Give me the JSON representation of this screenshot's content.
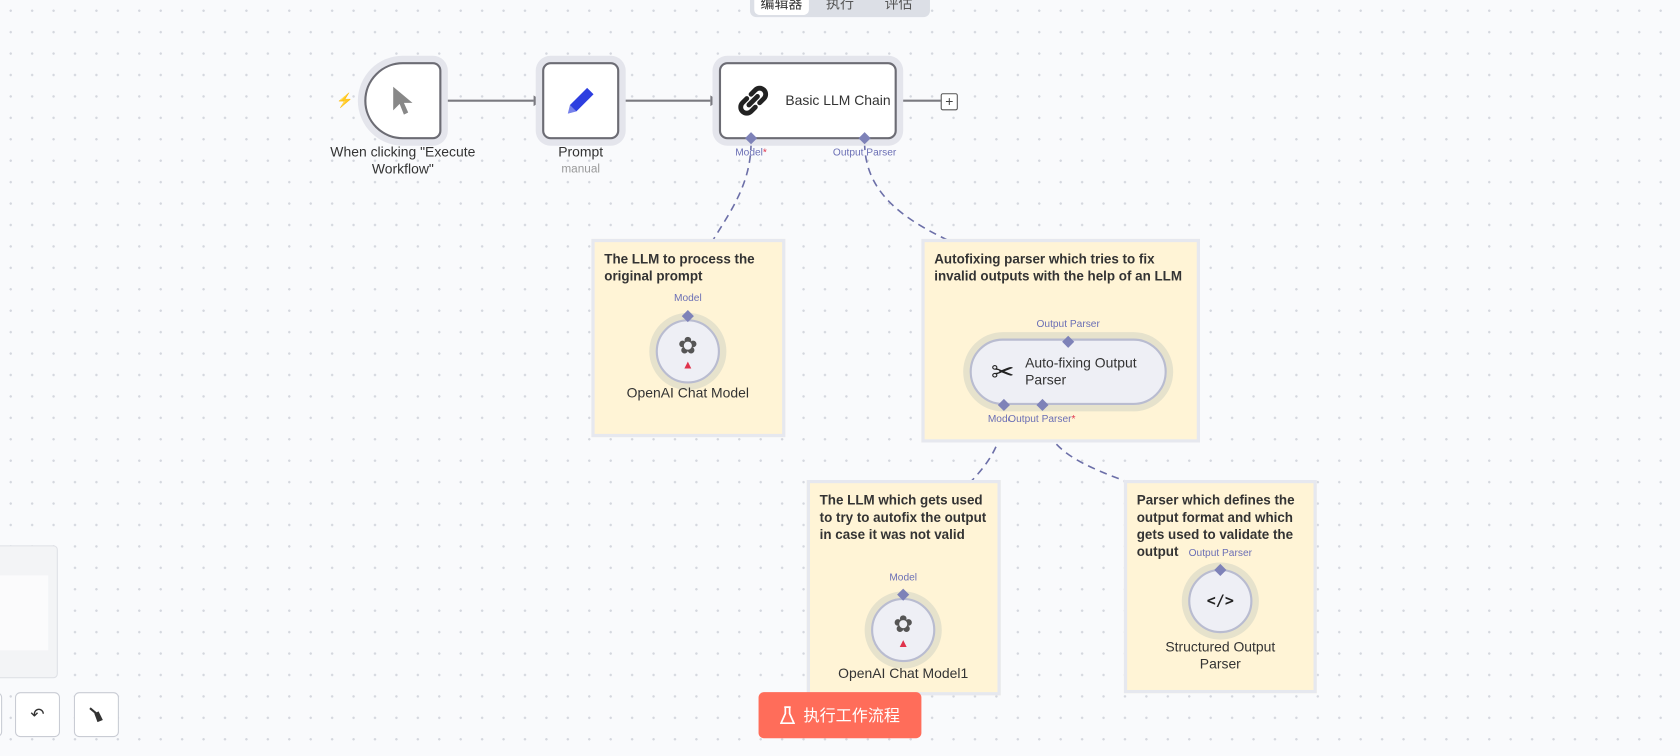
{
  "tabs": [
    {
      "label": "编辑器",
      "active": true
    },
    {
      "label": "执行",
      "active": false
    },
    {
      "label": "评估",
      "active": false
    }
  ],
  "nodes": {
    "trigger": {
      "label": "When clicking \"Execute Workflow\"",
      "icon": "cursor-icon",
      "badge_icon": "lightning-icon"
    },
    "prompt": {
      "label": "Prompt",
      "sublabel": "manual",
      "icon": "pencil-icon"
    },
    "chain": {
      "label": "Basic LLM Chain",
      "icon": "link-icon",
      "inputs": {
        "model": "Model",
        "parser": "Output Parser"
      },
      "required_mark": "*"
    },
    "openai1": {
      "label": "OpenAI Chat Model",
      "input": "Model",
      "icon": "openai-icon",
      "status": "warning"
    },
    "autofix": {
      "label": "Auto-fixing Output Parser",
      "input": "Output Parser",
      "outputs": {
        "model": "Model",
        "parser": "Output Parser"
      },
      "icon": "tools-icon"
    },
    "openai2": {
      "label": "OpenAI Chat Model1",
      "input": "Model",
      "icon": "openai-icon",
      "status": "warning"
    },
    "structured": {
      "label": "Structured Output Parser",
      "input": "Output Parser",
      "icon": "code-icon"
    }
  },
  "stickies": {
    "s1": "The LLM to process the original prompt",
    "s2": "Autofixing parser which tries to fix invalid outputs with the help of an LLM",
    "s3": "The LLM which gets used to try to autofix the output in case it was not valid",
    "s4": "Parser which defines the output format and which gets used to validate the output"
  },
  "toolbar": {
    "execute_label": "执行工作流程"
  },
  "colors": {
    "accent": "#ff6d5a",
    "connector": "#7e82b8",
    "sticky": "#fff4d6",
    "warning": "#e0334c"
  }
}
